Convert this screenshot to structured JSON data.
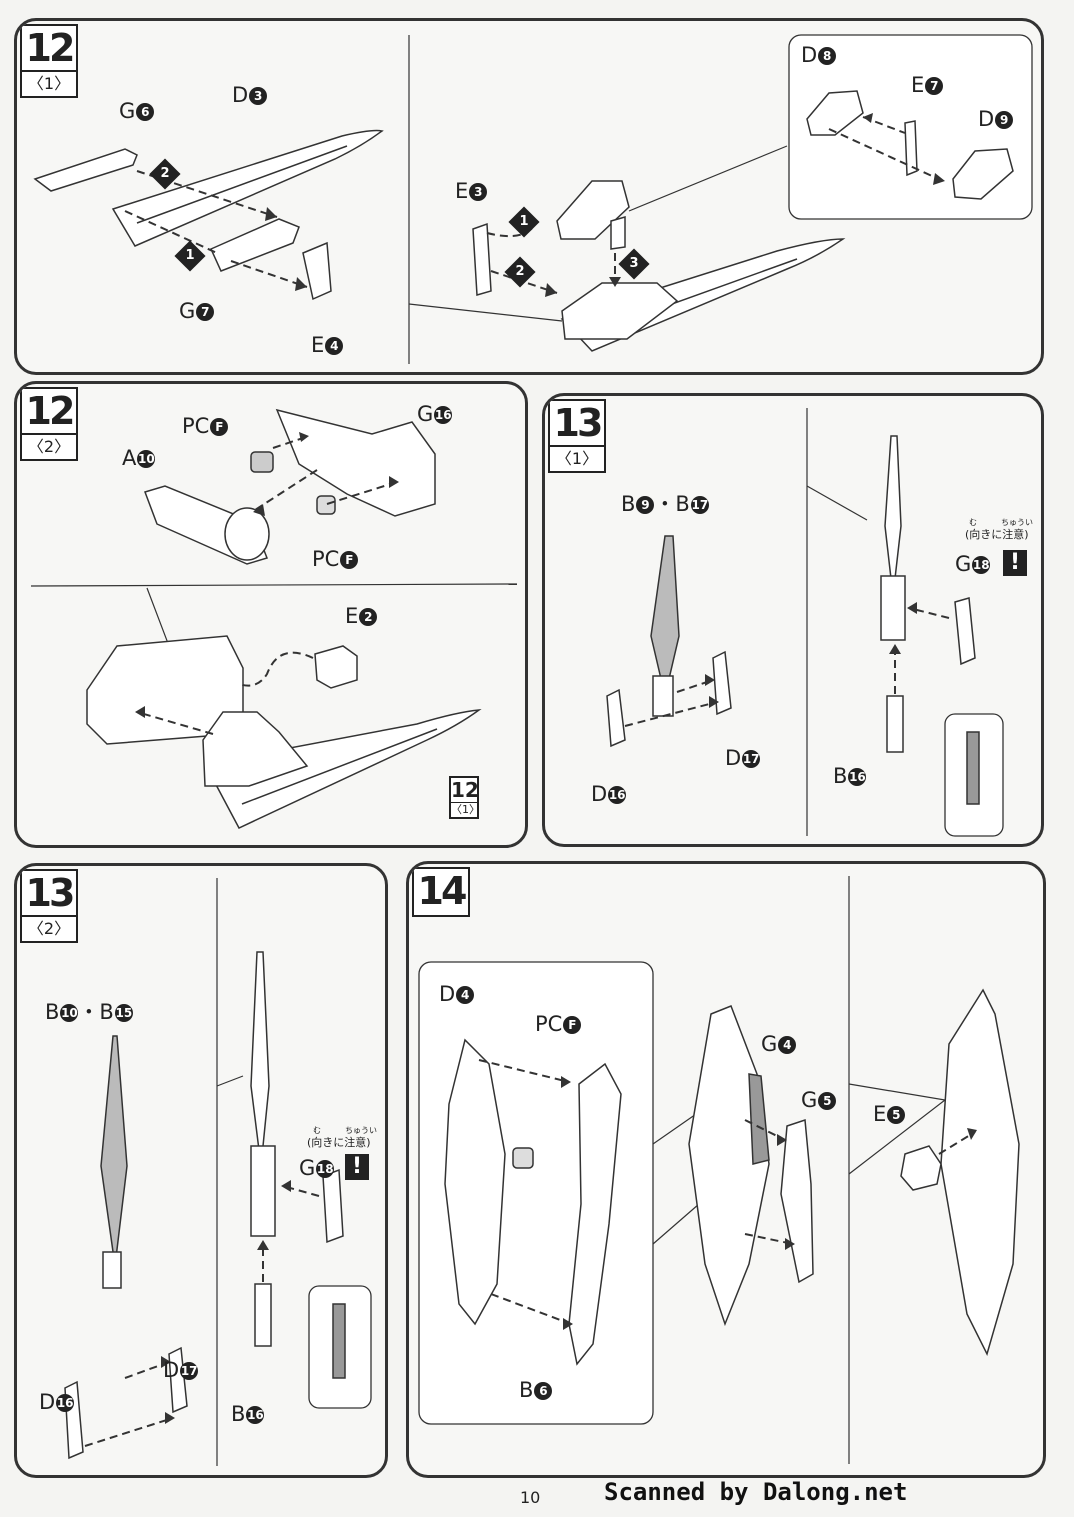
{
  "page_number": "10",
  "credit": "Scanned by Dalong.net",
  "caution": {
    "ruby": "む　　　ちゅうい",
    "text": "(向きに注意)",
    "mark": "!"
  },
  "panels": [
    {
      "step": "12",
      "sub": "〈1〉",
      "labels": {
        "g6": {
          "letter": "G",
          "num": "6"
        },
        "d3": {
          "letter": "D",
          "num": "3"
        },
        "g7": {
          "letter": "G",
          "num": "7"
        },
        "e4": {
          "letter": "E",
          "num": "4"
        },
        "e3": {
          "letter": "E",
          "num": "3"
        },
        "d8": {
          "letter": "D",
          "num": "8"
        },
        "e7": {
          "letter": "E",
          "num": "7"
        },
        "d9": {
          "letter": "D",
          "num": "9"
        }
      },
      "order": [
        "1",
        "2",
        "3"
      ]
    },
    {
      "step": "12",
      "sub": "〈2〉",
      "labels": {
        "pcf1": {
          "letter": "PC",
          "num": "F"
        },
        "g16": {
          "letter": "G",
          "num": "16"
        },
        "a10": {
          "letter": "A",
          "num": "10"
        },
        "pcf2": {
          "letter": "PC",
          "num": "F"
        },
        "e2": {
          "letter": "E",
          "num": "2"
        }
      },
      "ref": {
        "step": "12",
        "sub": "〈1〉"
      }
    },
    {
      "step": "13",
      "sub": "〈1〉",
      "labels": {
        "b9b17": {
          "text": "B",
          "num": "9",
          "sep": "・B",
          "num2": "17"
        },
        "d17": {
          "letter": "D",
          "num": "17"
        },
        "d16": {
          "letter": "D",
          "num": "16"
        },
        "g18": {
          "letter": "G",
          "num": "18"
        },
        "b16": {
          "letter": "B",
          "num": "16"
        }
      }
    },
    {
      "step": "13",
      "sub": "〈2〉",
      "labels": {
        "b10b15": {
          "text": "B",
          "num": "10",
          "sep": "・B",
          "num2": "15"
        },
        "d17": {
          "letter": "D",
          "num": "17"
        },
        "d16": {
          "letter": "D",
          "num": "16"
        },
        "g18": {
          "letter": "G",
          "num": "18"
        },
        "b16": {
          "letter": "B",
          "num": "16"
        }
      }
    },
    {
      "step": "14",
      "labels": {
        "d4": {
          "letter": "D",
          "num": "4"
        },
        "pcf": {
          "letter": "PC",
          "num": "F"
        },
        "g4": {
          "letter": "G",
          "num": "4"
        },
        "g5": {
          "letter": "G",
          "num": "5"
        },
        "e5": {
          "letter": "E",
          "num": "5"
        },
        "b6": {
          "letter": "B",
          "num": "6"
        }
      }
    }
  ]
}
